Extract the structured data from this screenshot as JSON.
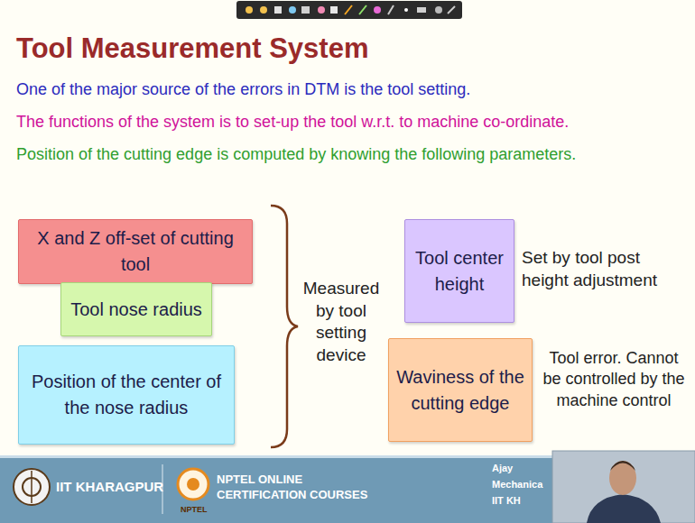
{
  "diagram": {
    "title": "Tool Measurement System",
    "nodes": [
      {
        "text": [
          "X and Z off-set of cutting tool"
        ]
      },
      {
        "text": [
          "Tool nose radius"
        ]
      },
      {
        "text": [
          "Position of the center of the nose radius"
        ]
      },
      {
        "text": [
          "Tool center height"
        ]
      },
      {
        "text": [
          "Waviness of the cutting edge"
        ]
      }
    ],
    "labels": [
      "One of the major source of the errors in DTM is the tool setting.",
      "The functions of the system is to set-up the tool w.r.t. to machine co-ordinate.",
      "Position of the cutting edge is computed by knowing the following parameters.",
      "Measured by tool setting device",
      "Set by tool post height adjustment",
      "Tool error. Cannot be controlled by the machine control",
      "IIT KHARAGPUR",
      "NPTEL ONLINE CERTIFICATION COURSES",
      "NPTEL",
      "Ajay",
      "Mechanica",
      "IIT KH"
    ]
  }
}
